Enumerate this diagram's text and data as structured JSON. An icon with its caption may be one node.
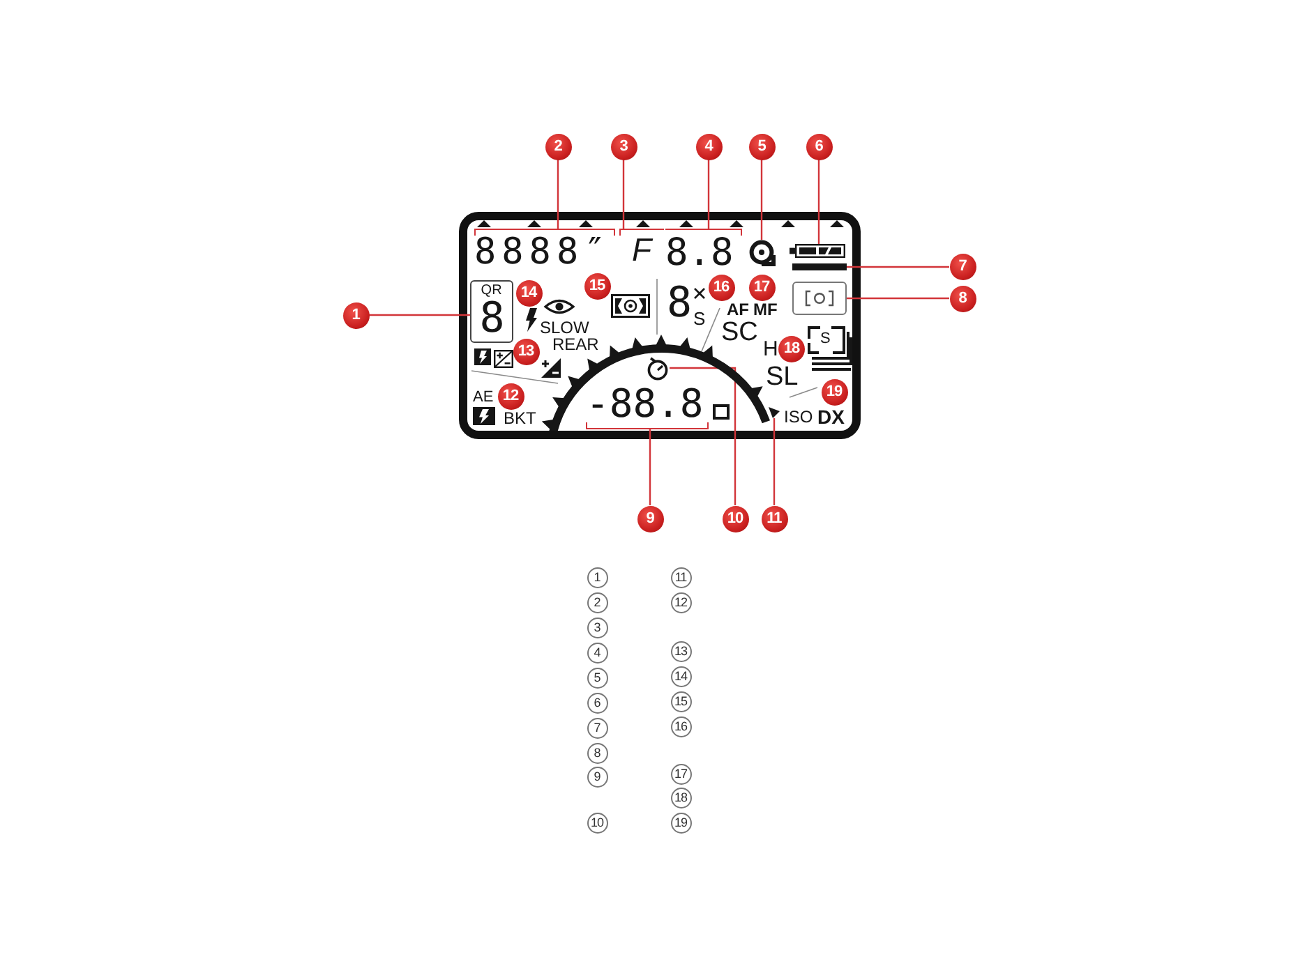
{
  "diagram": {
    "nodes": [
      {
        "text": [
          "1"
        ]
      },
      {
        "text": [
          "2"
        ]
      },
      {
        "text": [
          "3"
        ]
      },
      {
        "text": [
          "4"
        ]
      },
      {
        "text": [
          "5"
        ]
      },
      {
        "text": [
          "6"
        ]
      },
      {
        "text": [
          "7"
        ]
      },
      {
        "text": [
          "8"
        ]
      },
      {
        "text": [
          "9"
        ]
      },
      {
        "text": [
          "10"
        ]
      },
      {
        "text": [
          "11"
        ]
      },
      {
        "text": [
          "SLOW",
          "REAR",
          "8",
          "S",
          "AF",
          "MF",
          "SC",
          "S",
          "H",
          "SL",
          "AE",
          "BKT",
          "ISO",
          "DX"
        ]
      },
      {
        "text": [
          "8888″"
        ],
        "in": 11
      },
      {
        "text": [
          "F"
        ],
        "in": 11
      },
      {
        "text": [
          "8.8"
        ],
        "in": 11
      },
      {
        "text": [],
        "shape": "picture",
        "in": 11
      },
      {
        "text": [],
        "shape": "picture",
        "in": 11
      },
      {
        "text": [],
        "shape": "bar",
        "in": 11
      },
      {
        "text": [
          "QR",
          "8"
        ],
        "in": 11
      },
      {
        "text": [],
        "shape": "box",
        "in": 11
      },
      {
        "text": [],
        "shape": "picture",
        "in": 11
      },
      {
        "text": [
          "-88.8"
        ],
        "in": 11
      },
      {
        "text": [],
        "shape": "picture",
        "in": 11
      },
      {
        "text": [
          "12"
        ],
        "in": 11
      },
      {
        "text": [
          "13"
        ],
        "in": 11
      },
      {
        "text": [
          "14"
        ],
        "in": 11
      },
      {
        "text": [
          "15"
        ],
        "in": 11
      },
      {
        "text": [
          "16"
        ],
        "in": 11
      },
      {
        "text": [
          "17"
        ],
        "in": 11
      },
      {
        "text": [
          "18"
        ],
        "in": 11
      },
      {
        "text": [
          "19"
        ],
        "in": 11
      }
    ],
    "edges": [
      {
        "from": 0,
        "to": 18,
        "arrow": "none"
      },
      {
        "from": 1,
        "to": 12,
        "arrow": "none"
      },
      {
        "from": 2,
        "to": 13,
        "arrow": "none"
      },
      {
        "from": 3,
        "to": 14,
        "arrow": "none"
      },
      {
        "from": 4,
        "to": 15,
        "arrow": "none"
      },
      {
        "from": 5,
        "to": 16,
        "arrow": "none"
      },
      {
        "from": 6,
        "to": 17,
        "arrow": "none"
      },
      {
        "from": 7,
        "to": 19,
        "arrow": "none"
      },
      {
        "from": 8,
        "to": 21,
        "arrow": "none"
      },
      {
        "from": 9,
        "to": 20,
        "arrow": "none"
      },
      {
        "from": 10,
        "to": 22,
        "arrow": "none"
      }
    ],
    "labels": [
      "1",
      "2",
      "3",
      "4",
      "5",
      "6",
      "7",
      "8",
      "9",
      "10",
      "11",
      "12",
      "13",
      "14",
      "15",
      "16",
      "17",
      "18",
      "19"
    ]
  }
}
